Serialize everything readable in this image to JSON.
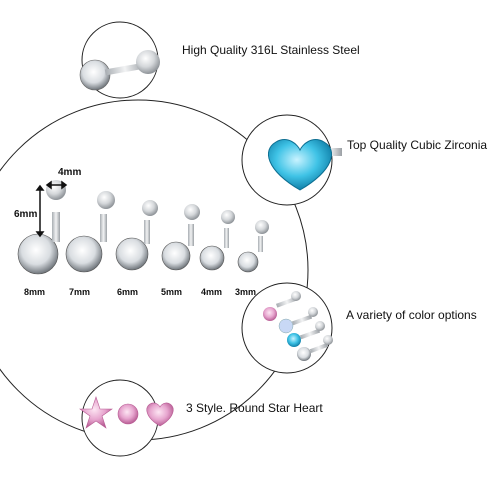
{
  "features": [
    {
      "label": "High Quality 316L Stainless Steel"
    },
    {
      "label": "Top Quality Cubic Zirconia"
    },
    {
      "label": "A variety of color options"
    },
    {
      "label": "3 Style. Round Star Heart"
    }
  ],
  "dimensions": {
    "width": "4mm",
    "height": "6mm"
  },
  "sizes": [
    "8mm",
    "7mm",
    "6mm",
    "5mm",
    "4mm",
    "3mm"
  ],
  "colors": {
    "steel": "#c9cdd1",
    "zirconia_clear": "#eef1f4",
    "zirconia_blue": "#3fc3e6",
    "zirconia_pink": "#e7a6cf",
    "outline": "#222222"
  }
}
